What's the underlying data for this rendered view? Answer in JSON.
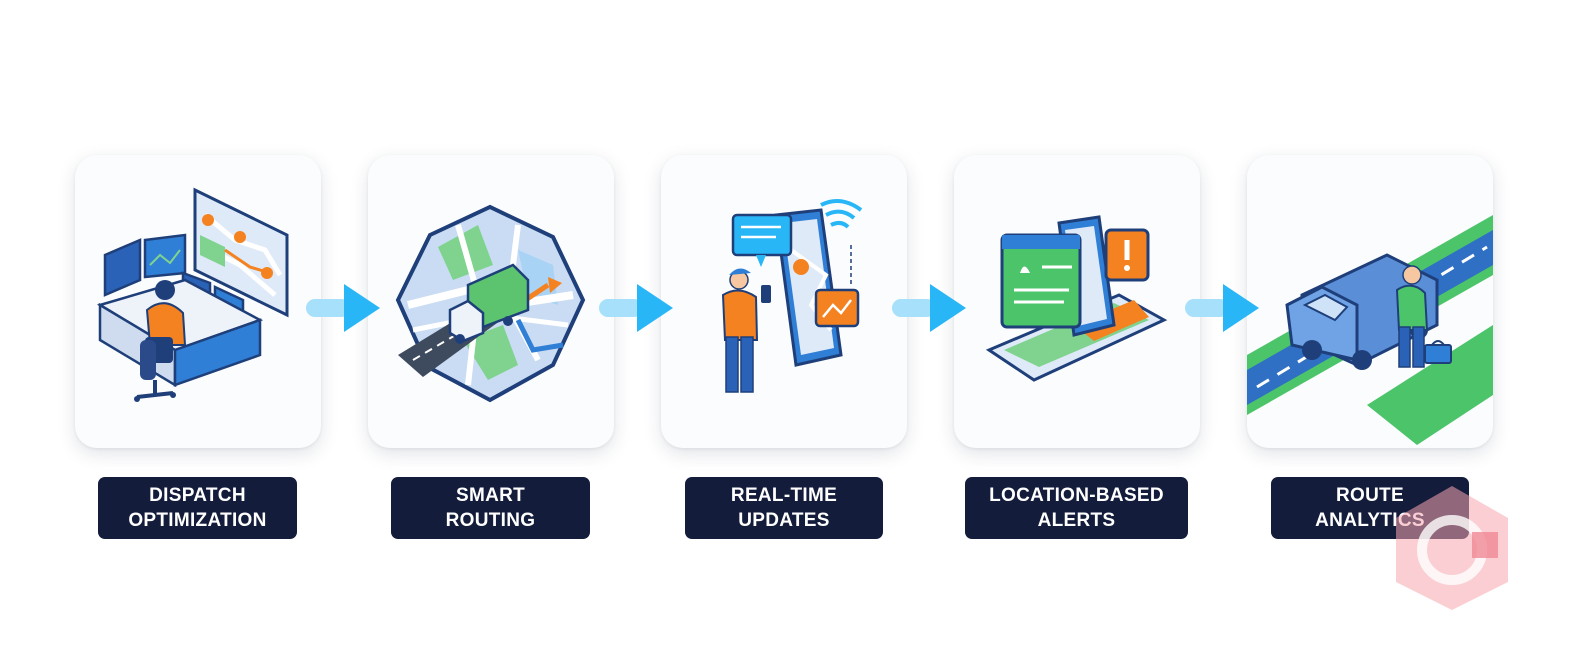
{
  "steps": [
    {
      "icon": "dispatch-center-icon",
      "line1": "DISPATCH",
      "line2": "OPTIMIZATION"
    },
    {
      "icon": "smart-routing-map-icon",
      "line1": "SMART",
      "line2": "ROUTING"
    },
    {
      "icon": "real-time-updates-phone-icon",
      "line1": "REAL-TIME",
      "line2": "UPDATES"
    },
    {
      "icon": "location-alerts-icon",
      "line1": "LOCATION-BASED",
      "line2": "ALERTS"
    },
    {
      "icon": "route-analytics-van-icon",
      "line1": "ROUTE",
      "line2": "ANALYTICS"
    }
  ],
  "colors": {
    "label_bg": "#141c3c",
    "arrow": "#29b6f6",
    "accent_orange": "#f58220",
    "accent_green": "#4cc46a",
    "accent_blue": "#2f7fd6"
  }
}
